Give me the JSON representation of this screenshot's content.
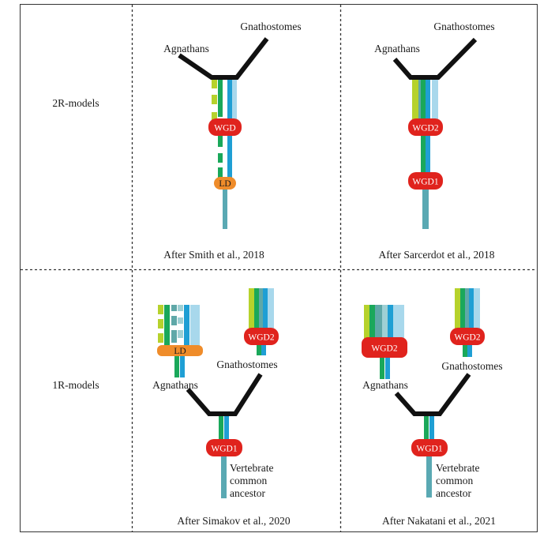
{
  "rows": {
    "top": "2R-models",
    "bottom": "1R-models"
  },
  "labels": {
    "agnathans": "Agnathans",
    "gnathostomes": "Gnathostomes",
    "wgd": "WGD",
    "wgd1": "WGD1",
    "wgd2": "WGD2",
    "ld": "LD",
    "ancestor_1": "Vertebrate",
    "ancestor_2": "common",
    "ancestor_3": "ancestor"
  },
  "captions": {
    "smith": "After Smith et al., 2018",
    "sarcerdot": "After Sarcerdot et al., 2018",
    "simakov": "After Simakov et al., 2020",
    "nakatani": "After Nakatani et al., 2021"
  },
  "colors": {
    "lime": "#b6d22c",
    "green": "#1aa85a",
    "teal": "#5fa8a8",
    "cyan": "#1f9fd4",
    "lightblue": "#a8d8ec",
    "paleteal": "#9ed0d4",
    "ancestor": "#5aa9b3",
    "wgd_red": "#e0231d",
    "ld_orange": "#ef8c2a",
    "branch": "#111111",
    "grid": "#333333"
  }
}
